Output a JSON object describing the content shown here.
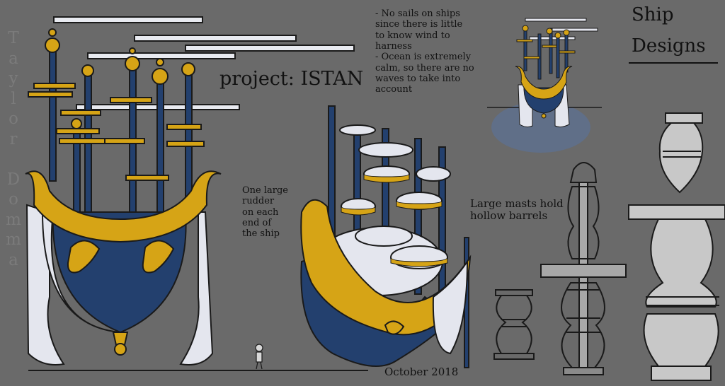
{
  "title": {
    "line1": "Ship",
    "line2": "Designs"
  },
  "project_label": "project: ISTAN",
  "notes": "- No sails on ships\nsince there is little\nto know wind to\nharness\n- Ocean is extremely\ncalm, so there are no\nwaves to take into\naccount",
  "rudder_note": "One large\nrudder\non each\nend of\nthe ship",
  "masts_note": "Large masts hold\nhollow barrels",
  "date": "October 2018",
  "watermark": "T\na\ny\nl\no\nr\n\nD\no\nm\nm\na",
  "colors": {
    "background": "#6a6a6a",
    "hull_blue": "#23406e",
    "gold": "#d6a416",
    "white": "#e4e6ee",
    "outline": "#1a1a1a"
  }
}
